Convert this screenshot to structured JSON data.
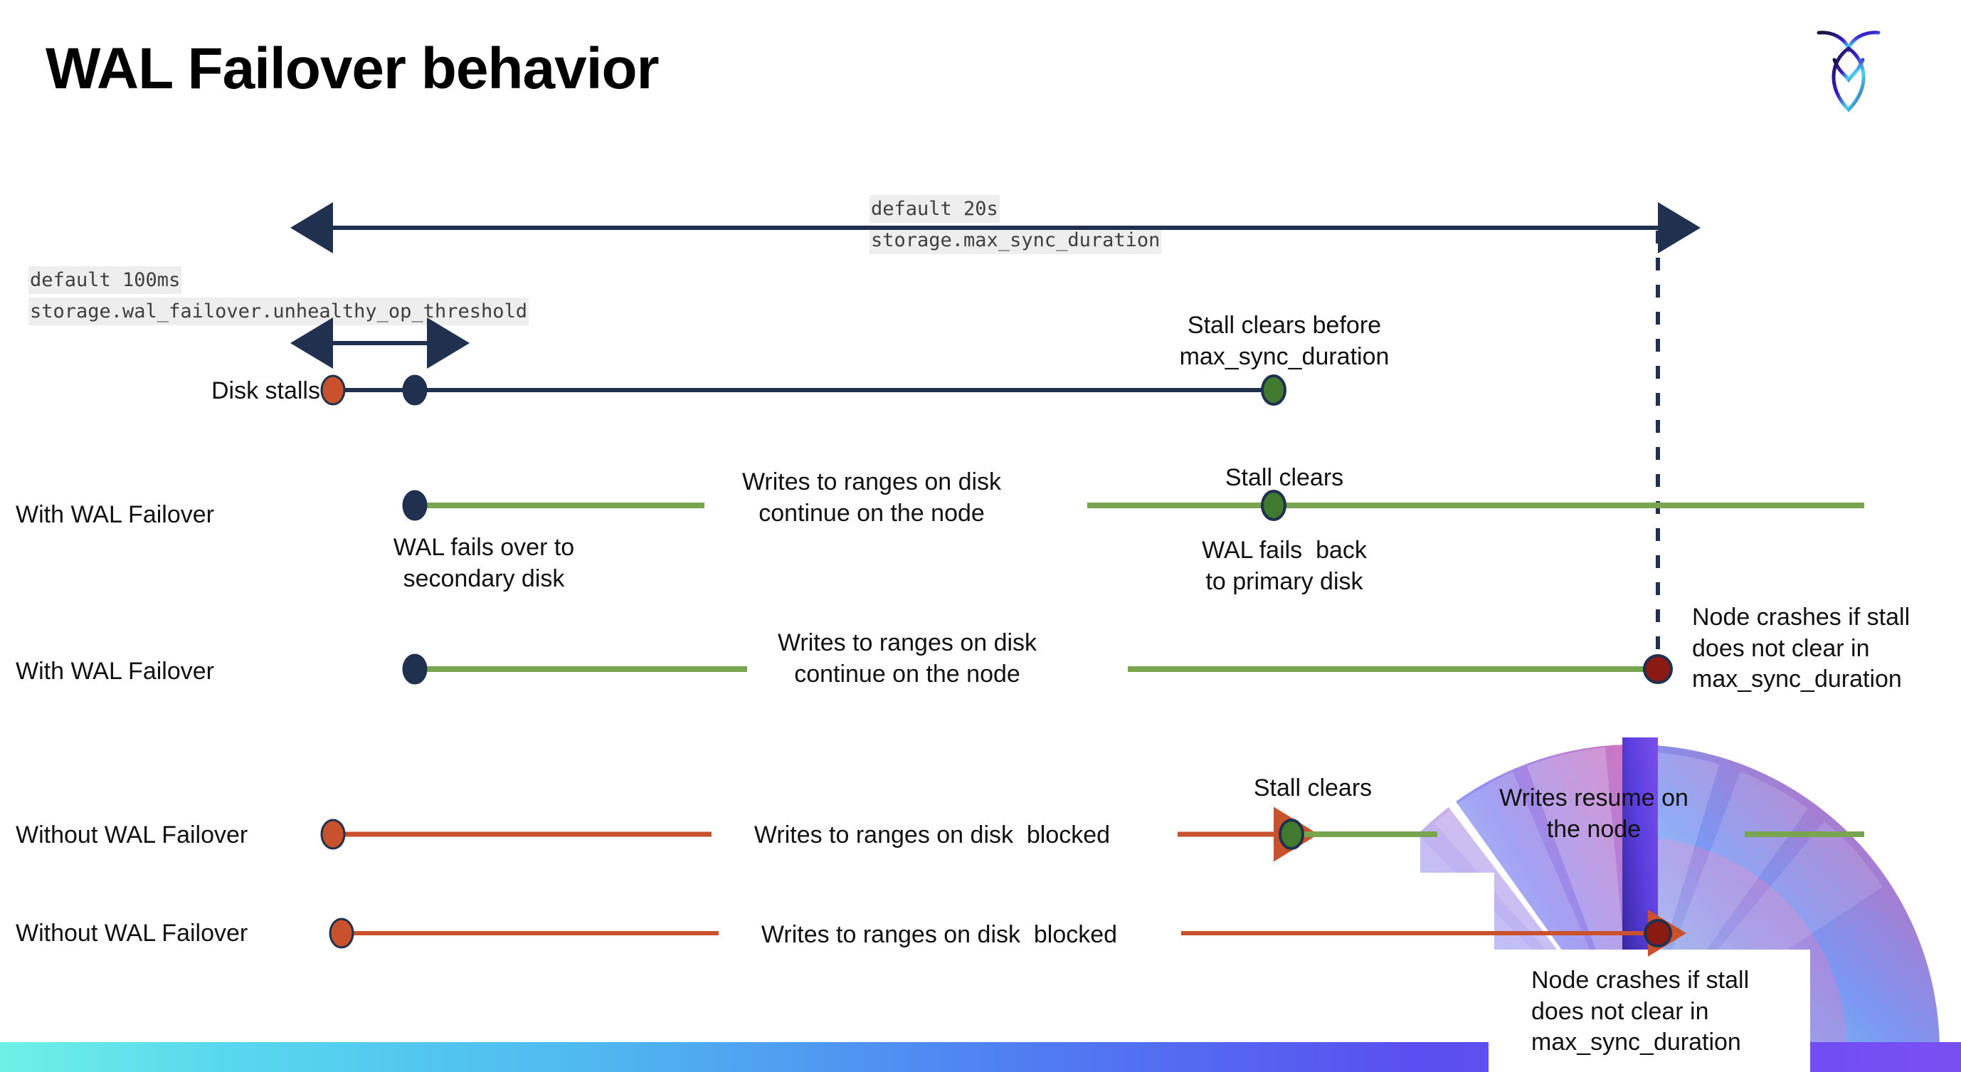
{
  "slide": {
    "title": "WAL Failover behavior",
    "logo_name": "cockroachdb-logo"
  },
  "colors": {
    "navy": "#20304f",
    "green_line": "#79a551",
    "green_dot": "#3f7a2e",
    "orange": "#c9512c",
    "dark_red": "#8b1a12",
    "code_bg": "#eeeeee",
    "code_fg": "#3f3f3f"
  },
  "settings": {
    "max_sync": {
      "default": "default 20s",
      "name": "storage.max_sync_duration"
    },
    "unhealthy": {
      "default": "default 100ms",
      "name": "storage.wal_failover.unhealthy_op_threshold"
    }
  },
  "rows": [
    {
      "id": "disk-stalls",
      "label": "Disk stalls",
      "annotations": [
        "Stall clears before\nmax_sync_duration"
      ]
    },
    {
      "id": "with-wal-failover-recovers",
      "label": "With WAL Failover",
      "annotations": [
        "Writes to ranges on disk\ncontinue on the node",
        "Stall clears",
        "WAL fails over to\nsecondary disk",
        "WAL fails  back\nto primary disk"
      ]
    },
    {
      "id": "with-wal-failover-crashes",
      "label": "With WAL Failover",
      "annotations": [
        "Writes to ranges on disk\ncontinue on the node",
        "Node crashes if stall\ndoes not clear in\nmax_sync_duration"
      ]
    },
    {
      "id": "without-wal-failover-recovers",
      "label": "Without WAL Failover",
      "annotations": [
        "Writes to ranges on disk  blocked",
        "Stall clears",
        "Writes resume on\nthe node"
      ]
    },
    {
      "id": "without-wal-failover-crashes",
      "label": "Without WAL Failover",
      "annotations": [
        "Writes to ranges on disk  blocked",
        "Node crashes if stall\ndoes not clear in\nmax_sync_duration"
      ]
    }
  ],
  "labels": {
    "disk_stalls": "Disk stalls",
    "with_wal_1": "With WAL Failover",
    "with_wal_2": "With WAL Failover",
    "without_wal_1": "Without WAL Failover",
    "without_wal_2": "Without WAL Failover",
    "stall_clears_before": "Stall clears before\nmax_sync_duration",
    "writes_continue_1": "Writes to ranges on disk\ncontinue on the node",
    "writes_continue_2": "Writes to ranges on disk\ncontinue on the node",
    "stall_clears_1": "Stall clears",
    "stall_clears_2": "Stall clears",
    "wal_fails_over": "WAL fails over to\nsecondary disk",
    "wal_fails_back": "WAL fails  back\nto primary disk",
    "node_crashes_1": "Node crashes if stall\ndoes not clear in\nmax_sync_duration",
    "node_crashes_2": "Node crashes if stall\ndoes not clear in\nmax_sync_duration",
    "writes_blocked_1": "Writes to ranges on disk  blocked",
    "writes_blocked_2": "Writes to ranges on disk  blocked",
    "writes_resume": "Writes resume on\nthe node"
  }
}
